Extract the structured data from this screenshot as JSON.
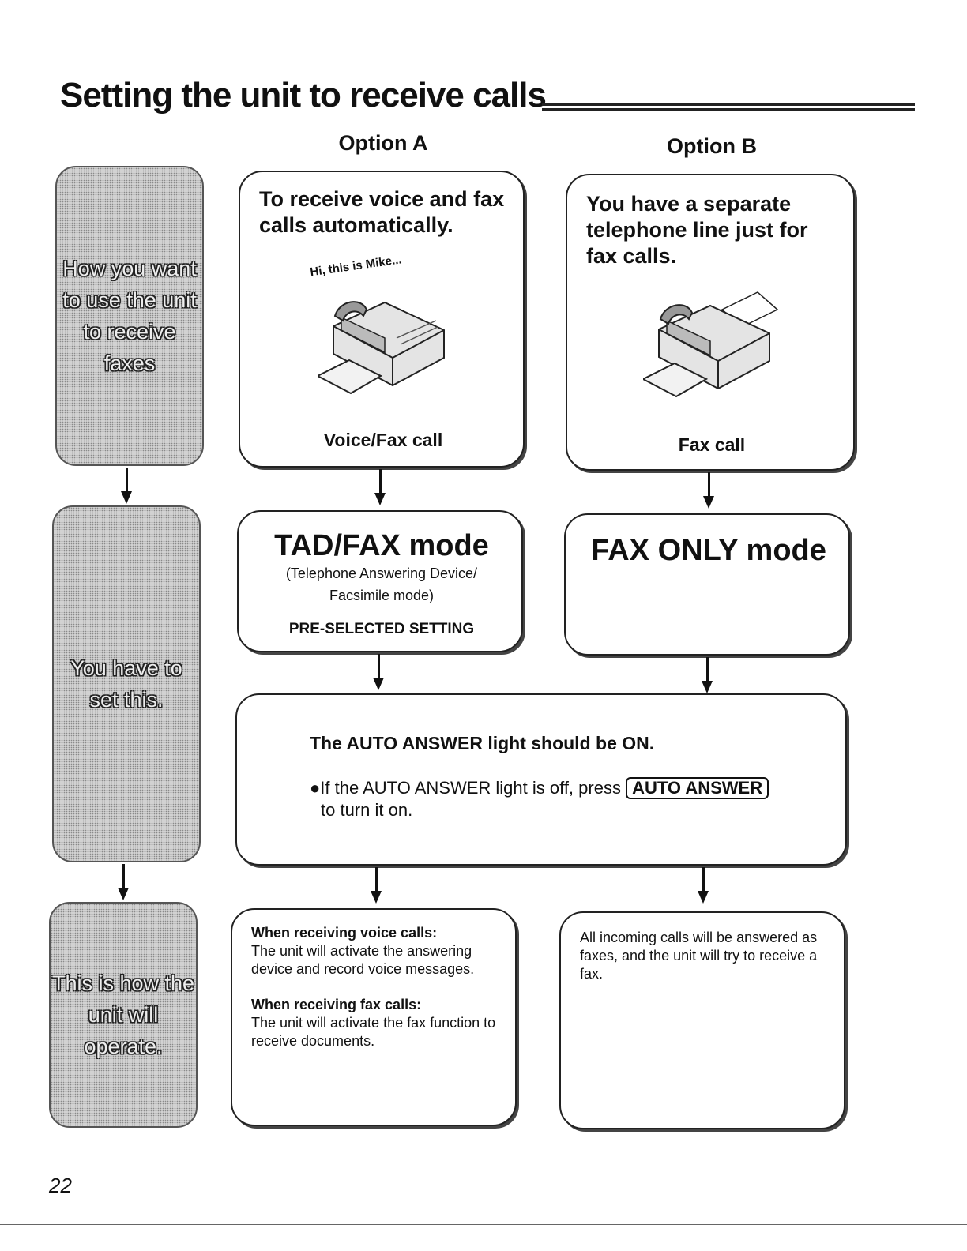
{
  "title": "Setting the unit to receive calls",
  "options": {
    "a": "Option A",
    "b": "Option B"
  },
  "side": {
    "row1": "How you want to use the unit to receive faxes",
    "row2": "You have to set this.",
    "row3": "This is how the unit will operate."
  },
  "option_a": {
    "desc": "To receive voice and fax calls automatically.",
    "speech": "Hi, this is Mike...",
    "caption": "Voice/Fax call",
    "mode": "TAD/FAX mode",
    "mode_sub_1": "(Telephone Answering Device/",
    "mode_sub_2": "Facsimile mode)",
    "preset": "PRE-SELECTED SETTING",
    "voice_heading": "When receiving voice calls:",
    "voice_text": "The unit will activate the answering device and record voice messages.",
    "fax_heading": "When receiving fax calls:",
    "fax_text": "The unit will activate the fax function to receive documents."
  },
  "option_b": {
    "desc": "You have a separate telephone line just for fax calls.",
    "caption": "Fax call",
    "mode": "FAX ONLY mode",
    "result_text": "All incoming calls will be answered as faxes, and the unit will try to receive a fax."
  },
  "auto_answer": {
    "title": "The AUTO ANSWER light should be ON.",
    "bullet_before": "If the AUTO ANSWER light is off, press",
    "key": "AUTO ANSWER",
    "bullet_after": "to turn it on."
  },
  "page_number": "22",
  "icons": [
    "fax-machine-icon",
    "fax-machine-icon",
    "down-arrow-icon"
  ]
}
